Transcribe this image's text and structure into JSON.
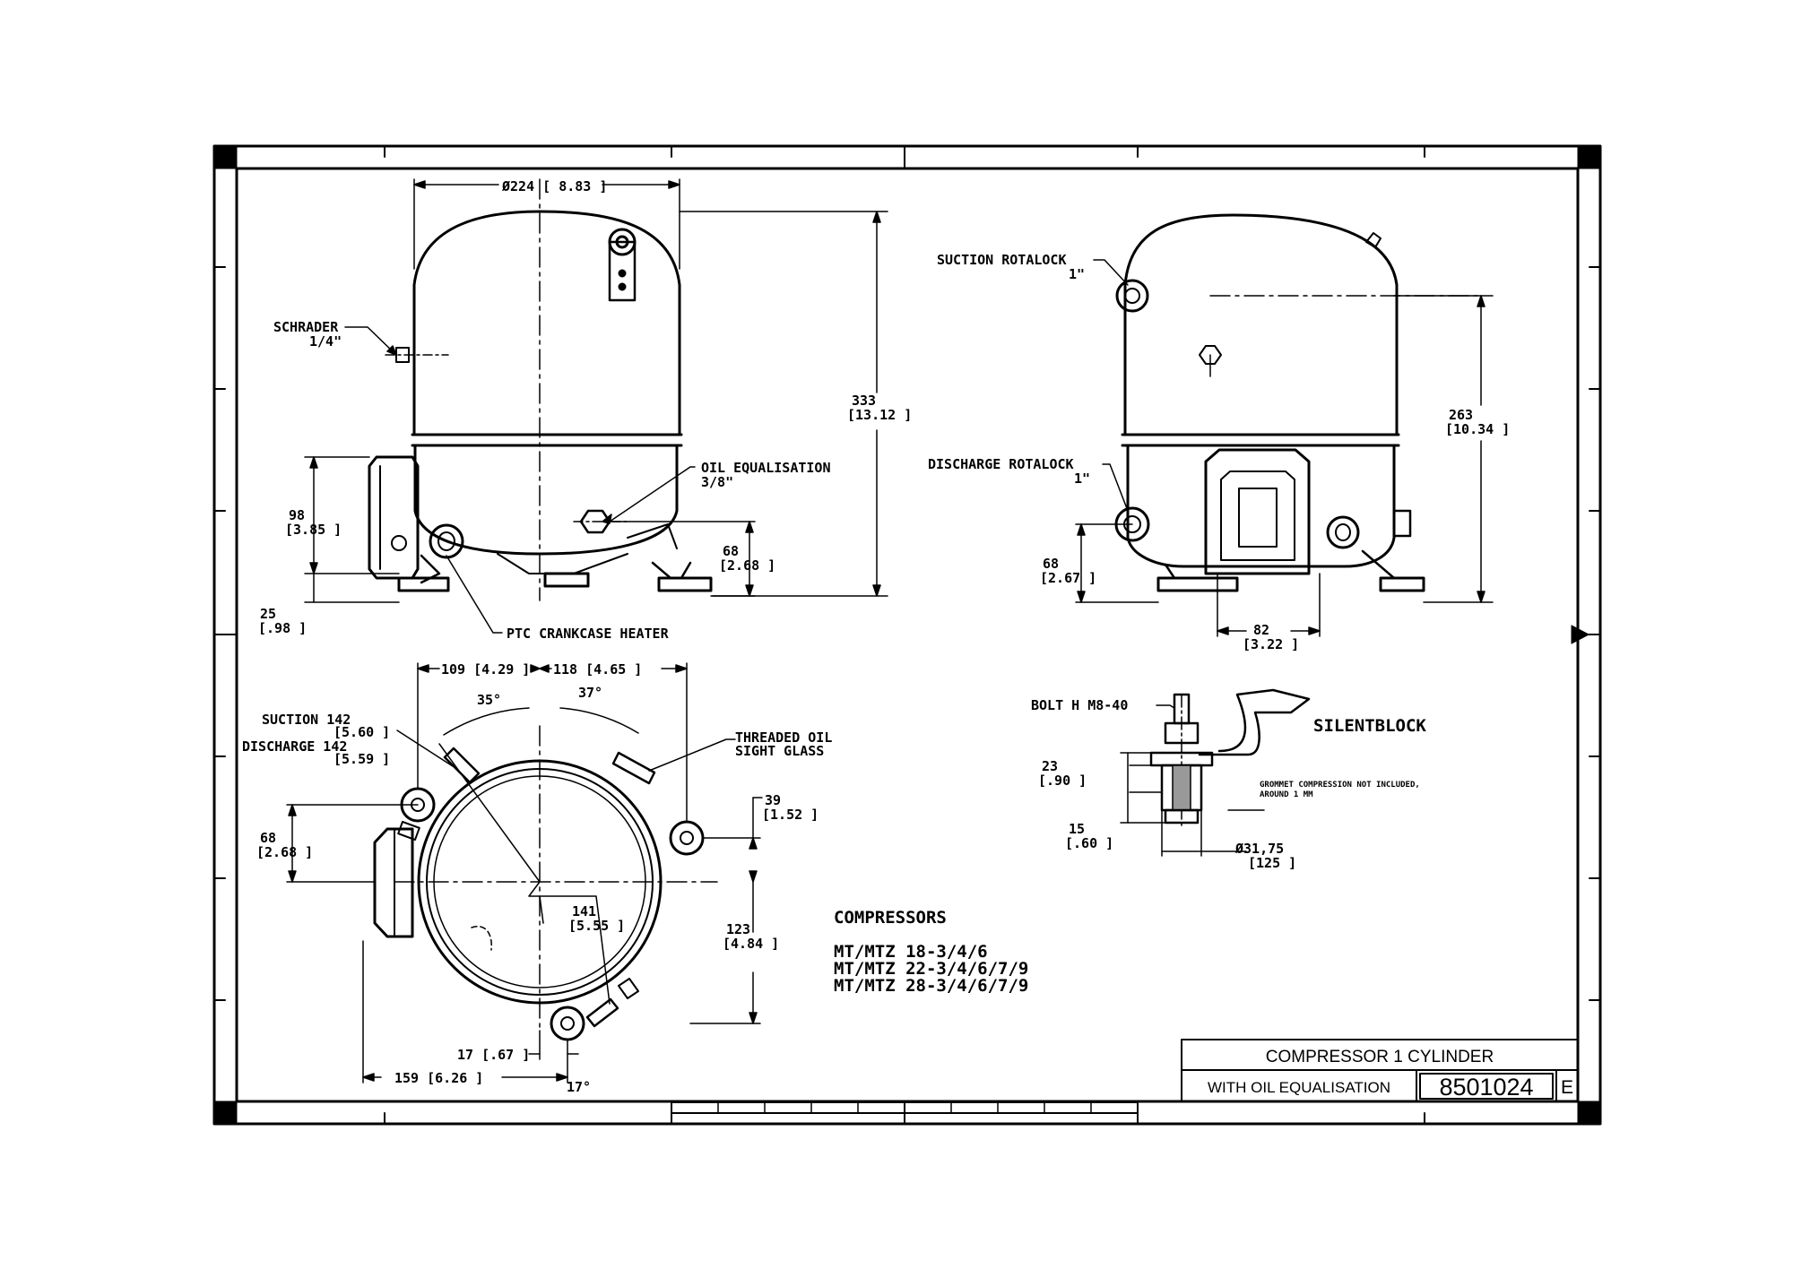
{
  "labels": {
    "dia_top": "Ø224  [ 8.83 ]",
    "schrader": "SCHRADER",
    "schrader_size": "1/4\"",
    "h333": "333",
    "h333_in": "[13.12 ]",
    "oil_eq": "OIL EQUALISATION",
    "oil_eq_size": "3/8\"",
    "h98": "98",
    "h98_in": "[3.85 ]",
    "h68a": "68",
    "h68a_in": "[2.68 ]",
    "h25": "25",
    "h25_in": "[.98 ]",
    "ptc": "PTC CRANKCASE HEATER",
    "suction_rot": "SUCTION ROTALOCK",
    "suction_rot_size": "1\"",
    "h263": "263",
    "h263_in": "[10.34 ]",
    "discharge_rot": "DISCHARGE ROTALOCK",
    "discharge_rot_size": "1\"",
    "h68b": "68",
    "h68b_in": "[2.67 ]",
    "w82": "82",
    "w82_in": "[3.22 ]",
    "w109": "109  [4.29 ]",
    "w118": "118  [4.65 ]",
    "ang35": "35°",
    "ang37": "37°",
    "suction142": "SUCTION  142",
    "suction142_in": "[5.60 ]",
    "discharge142": "DISCHARGE  142",
    "discharge142_in": "[5.59 ]",
    "threaded_oil": "THREADED OIL",
    "sight_glass": "SIGHT GLASS",
    "h39": "39",
    "h39_in": "[1.52 ]",
    "h68c": "68",
    "h68c_in": "[2.68 ]",
    "r141": "141",
    "r141_in": "[5.55 ]",
    "h123": "123",
    "h123_in": "[4.84 ]",
    "w17": "17  [.67 ]",
    "ang17": "17°",
    "w159": "159  [6.26 ]",
    "bolt": "BOLT H M8-40",
    "silentblock": "SILENTBLOCK",
    "grommet1": "GROMMET COMPRESSION NOT INCLUDED,",
    "grommet2": "AROUND 1 MM",
    "h23": "23",
    "h23_in": "[.90 ]",
    "h15": "15",
    "h15_in": "[.60 ]",
    "d3175": "Ø31,75",
    "d3175_in": "[125 ]"
  },
  "compressors": {
    "title": "COMPRESSORS",
    "models": [
      "MT/MTZ  18-3/4/6",
      "MT/MTZ  22-3/4/6/7/9",
      "MT/MTZ  28-3/4/6/7/9"
    ]
  },
  "title_block": {
    "title": "COMPRESSOR 1 CYLINDER",
    "subtitle": "WITH OIL EQUALISATION",
    "drawing_number": "8501024",
    "revision": "E"
  }
}
